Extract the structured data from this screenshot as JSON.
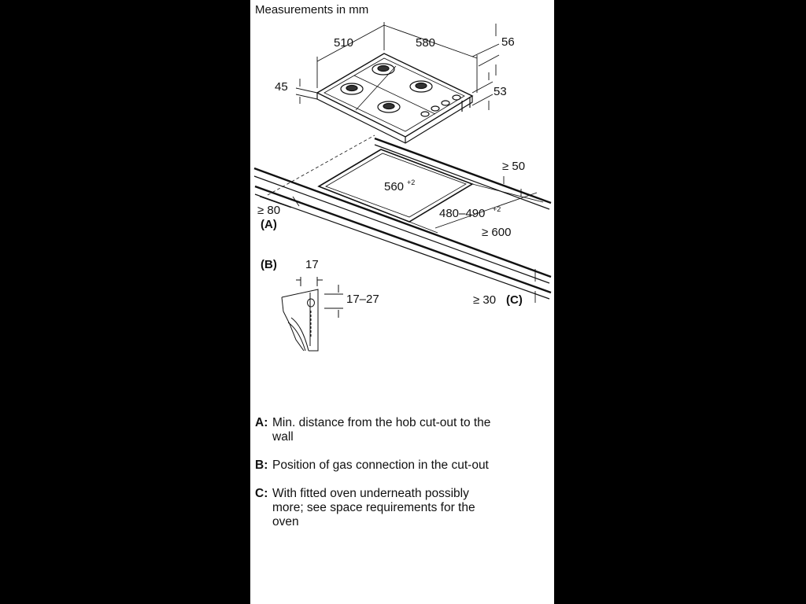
{
  "title": "Measurements in mm",
  "hob_dims": {
    "width": "510",
    "depth": "580",
    "top_height": "56",
    "knob_depth": "53",
    "front_offset": "45"
  },
  "cutout": {
    "width_base": "560",
    "width_tol": "+2",
    "depth_base": "480–490",
    "depth_tol": "+2",
    "rear_min": "≥ 50",
    "front_min": "≥ 80",
    "worktop_min": "≥ 600",
    "below_base": "≥ 30",
    "marker_a": "(A)",
    "marker_c": "(C)"
  },
  "gas_detail": {
    "marker": "(B)",
    "offset": "17",
    "height_range": "17–27"
  },
  "notes": [
    {
      "key": "A:",
      "text_lines": [
        "Min. distance from the hob cut-out to the",
        "wall"
      ]
    },
    {
      "key": "B:",
      "text_lines": [
        "Position of gas connection in the cut-out"
      ]
    },
    {
      "key": "C:",
      "text_lines": [
        "With fitted oven underneath possibly",
        "more; see space requirements for the",
        "oven"
      ]
    }
  ],
  "colors": {
    "background": "#000000",
    "panel": "#ffffff",
    "ink": "#111111"
  }
}
